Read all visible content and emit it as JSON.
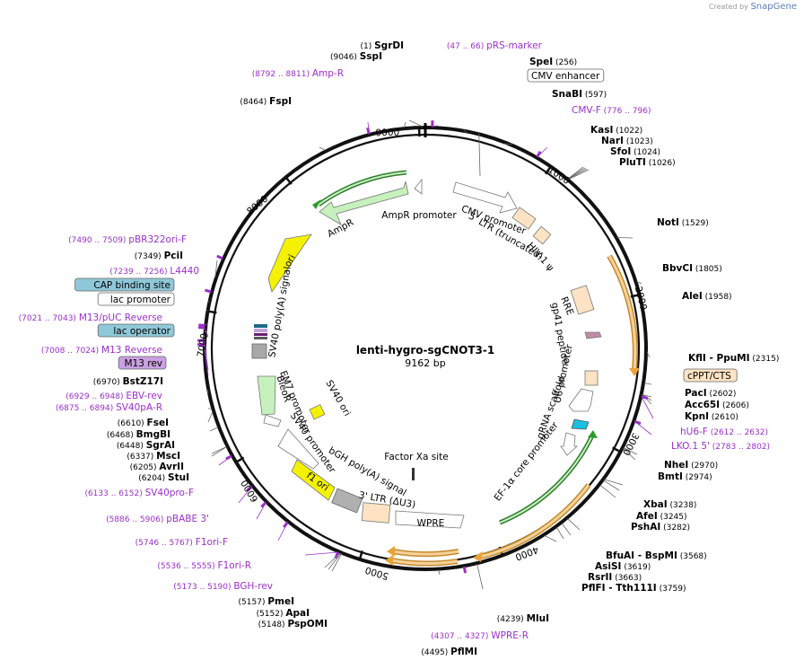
{
  "credit": {
    "prefix": "Created by",
    "brand": "SnapGene"
  },
  "plasmid": {
    "name": "lenti-hygro-sgCNOT3-1",
    "length": "9162 bp"
  },
  "ticks": [
    "1000",
    "2000",
    "3000",
    "4000",
    "5000",
    "6000",
    "7000",
    "8000",
    "9000"
  ],
  "labels": [
    {
      "pos": "(1)",
      "name": "SgrDI",
      "kind": "site"
    },
    {
      "pos": "(9046)",
      "name": "SspI",
      "kind": "site"
    },
    {
      "pos": "(47 .. 66)",
      "name": "pRS-marker",
      "kind": "primer"
    },
    {
      "pos": "(8792 .. 8811)",
      "name": "Amp-R",
      "kind": "primer"
    },
    {
      "pos": "(256)",
      "name": "SpeI",
      "kind": "site"
    },
    {
      "pos": "",
      "name": "CMV enhancer",
      "kind": "boxed"
    },
    {
      "pos": "(597)",
      "name": "SnaBI",
      "kind": "site"
    },
    {
      "pos": "(8464)",
      "name": "FspI",
      "kind": "site"
    },
    {
      "pos": "(776 .. 796)",
      "name": "CMV-F",
      "kind": "primer"
    },
    {
      "pos": "(1022)",
      "name": "KasI",
      "kind": "site"
    },
    {
      "pos": "(1023)",
      "name": "NarI",
      "kind": "site"
    },
    {
      "pos": "(1024)",
      "name": "SfoI",
      "kind": "site"
    },
    {
      "pos": "(1026)",
      "name": "PluTI",
      "kind": "site"
    },
    {
      "pos": "(1529)",
      "name": "NotI",
      "kind": "site"
    },
    {
      "pos": "(7490 .. 7509)",
      "name": "pBR322ori-F",
      "kind": "primer"
    },
    {
      "pos": "(7349)",
      "name": "PciI",
      "kind": "site"
    },
    {
      "pos": "(1805)",
      "name": "BbvCI",
      "kind": "site"
    },
    {
      "pos": "(7239 .. 7256)",
      "name": "L4440",
      "kind": "primer"
    },
    {
      "pos": "(1958)",
      "name": "AleI",
      "kind": "site"
    },
    {
      "pos": "",
      "name": "CAP binding site",
      "kind": "cap"
    },
    {
      "pos": "",
      "name": "lac promoter",
      "kind": "boxed"
    },
    {
      "pos": "(7021 .. 7043)",
      "name": "M13/pUC Reverse",
      "kind": "primer"
    },
    {
      "pos": "",
      "name": "lac operator",
      "kind": "cap"
    },
    {
      "pos": "(7008 .. 7024)",
      "name": "M13 Reverse",
      "kind": "primer"
    },
    {
      "pos": "",
      "name": "M13 rev",
      "kind": "m13"
    },
    {
      "pos": "(2315)",
      "name": "KflI  - PpuMI",
      "kind": "site"
    },
    {
      "pos": "(6970)",
      "name": "BstZ17I",
      "kind": "site"
    },
    {
      "pos": "",
      "name": "cPPT/CTS",
      "kind": "cppt"
    },
    {
      "pos": "(2602)",
      "name": "PacI",
      "kind": "site"
    },
    {
      "pos": "(2606)",
      "name": "Acc65I",
      "kind": "site"
    },
    {
      "pos": "(2610)",
      "name": "KpnI",
      "kind": "site"
    },
    {
      "pos": "(6929 .. 6948)",
      "name": "EBV-rev",
      "kind": "primer"
    },
    {
      "pos": "(6875 .. 6894)",
      "name": "SV40pA-R",
      "kind": "primer"
    },
    {
      "pos": "(2612 .. 2632)",
      "name": "hU6-F",
      "kind": "primer"
    },
    {
      "pos": "(6610)",
      "name": "FseI",
      "kind": "site"
    },
    {
      "pos": "(6468)",
      "name": "BmgBI",
      "kind": "site"
    },
    {
      "pos": "(2783 .. 2802)",
      "name": "LKO.1 5'",
      "kind": "primer"
    },
    {
      "pos": "(6448)",
      "name": "SgrAI",
      "kind": "site"
    },
    {
      "pos": "(6337)",
      "name": "MscI",
      "kind": "site"
    },
    {
      "pos": "(2970)",
      "name": "NheI",
      "kind": "site"
    },
    {
      "pos": "(2974)",
      "name": "BmtI",
      "kind": "site"
    },
    {
      "pos": "(6205)",
      "name": "AvrII",
      "kind": "site"
    },
    {
      "pos": "(6204)",
      "name": "StuI",
      "kind": "site"
    },
    {
      "pos": "(6133 .. 6152)",
      "name": "SV40pro-F",
      "kind": "primer"
    },
    {
      "pos": "(3238)",
      "name": "XbaI",
      "kind": "site"
    },
    {
      "pos": "(3245)",
      "name": "AfeI",
      "kind": "site"
    },
    {
      "pos": "(3282)",
      "name": "PshAI",
      "kind": "site"
    },
    {
      "pos": "(5886 .. 5906)",
      "name": "pBABE 3'",
      "kind": "primer"
    },
    {
      "pos": "(5746 .. 5767)",
      "name": "F1ori-F",
      "kind": "primer"
    },
    {
      "pos": "(3568)",
      "name": "BfuAI  - BspMI",
      "kind": "site"
    },
    {
      "pos": "(3619)",
      "name": "AsiSI",
      "kind": "site"
    },
    {
      "pos": "(5536 .. 5555)",
      "name": "F1ori-R",
      "kind": "primer"
    },
    {
      "pos": "(3663)",
      "name": "RsrII",
      "kind": "site"
    },
    {
      "pos": "(3759)",
      "name": "PflFI  - Tth111I",
      "kind": "site"
    },
    {
      "pos": "(5173 .. 5190)",
      "name": "BGH-rev",
      "kind": "primer"
    },
    {
      "pos": "(5157)",
      "name": "PmeI",
      "kind": "site"
    },
    {
      "pos": "(5152)",
      "name": "ApaI",
      "kind": "site"
    },
    {
      "pos": "(5148)",
      "name": "PspOMI",
      "kind": "site"
    },
    {
      "pos": "(4239)",
      "name": "MluI",
      "kind": "site"
    },
    {
      "pos": "(4307 .. 4327)",
      "name": "WPRE-R",
      "kind": "primer"
    },
    {
      "pos": "(4495)",
      "name": "PflMI",
      "kind": "site"
    }
  ],
  "features": [
    "CMV promoter",
    "5' LTR (truncated)",
    "HIV-1 ψ",
    "RRE",
    "gp41 peptide",
    "U6 promoter",
    "gRNA scaffold",
    "EF-1α core promoter",
    "Factor Xa site",
    "WPRE",
    "3' LTR (ΔU3)",
    "bGH poly(A) signal",
    "f1 ori",
    "SV40 promoter",
    "EM7 promoter",
    "BleoR",
    "SV40 ori",
    "SV40 poly(A) signal",
    "ori",
    "AmpR",
    "AmpR promoter"
  ],
  "colors": {
    "primer": "#9b30c8",
    "site": "#000000",
    "ring": "#111111",
    "orange_arrow": "#e8a33c",
    "green_arrow": "#2f9b2f"
  }
}
